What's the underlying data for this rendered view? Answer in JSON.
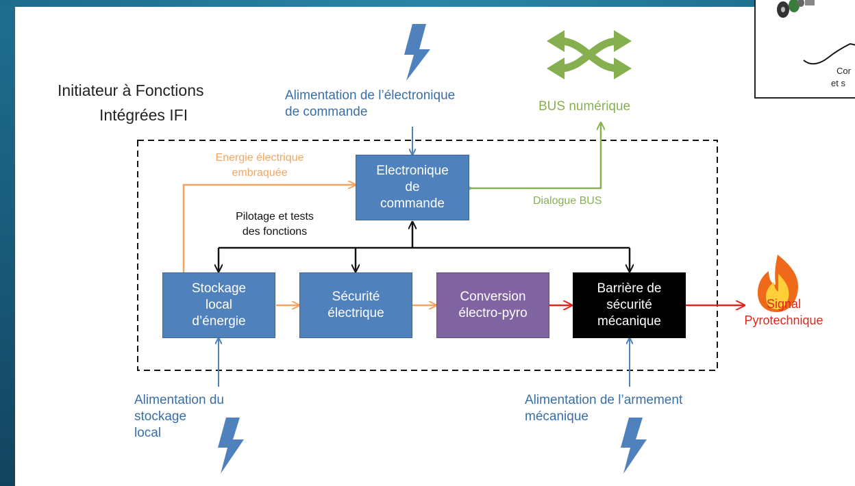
{
  "title": {
    "line1": "Initiateur à Fonctions",
    "line2": "Intégrées IFI"
  },
  "inset": {
    "caption1": "Cor",
    "caption2": "et s"
  },
  "labels": {
    "alim_electronique": {
      "line1": "Alimentation de l’électronique",
      "line2": "de commande"
    },
    "bus_numerique": "BUS numérique",
    "energie": {
      "line1": "Energie électrique",
      "line2": "embraquée"
    },
    "dialogue_bus": "Dialogue BUS",
    "pilotage": {
      "line1": "Pilotage et tests",
      "line2": "des fonctions"
    },
    "alim_stockage": {
      "line1": "Alimentation du",
      "line2": "stockage",
      "line3": "local"
    },
    "alim_armement": {
      "line1": "Alimentation de l’armement",
      "line2": "mécanique"
    },
    "signal": {
      "line1": "Signal",
      "line2": "Pyrotechnique"
    }
  },
  "boxes": {
    "electronique": "Electronique\nde\ncommande",
    "stockage": "Stockage\nlocal\nd’énergie",
    "securite_electrique": "Sécurité\nélectrique",
    "conversion": "Conversion\nélectro-pyro",
    "barriere": "Barrière de\nsécurité\nmécanique"
  },
  "colors": {
    "blue": "#4f81bd",
    "blue_text": "#3a6ea5",
    "green": "#86b050",
    "orange": "#f4a460",
    "purple": "#8064a2",
    "red": "#e0261a",
    "black": "#000000"
  },
  "icons": [
    "lightning-icon",
    "shuffle-arrows-icon",
    "flame-icon"
  ]
}
